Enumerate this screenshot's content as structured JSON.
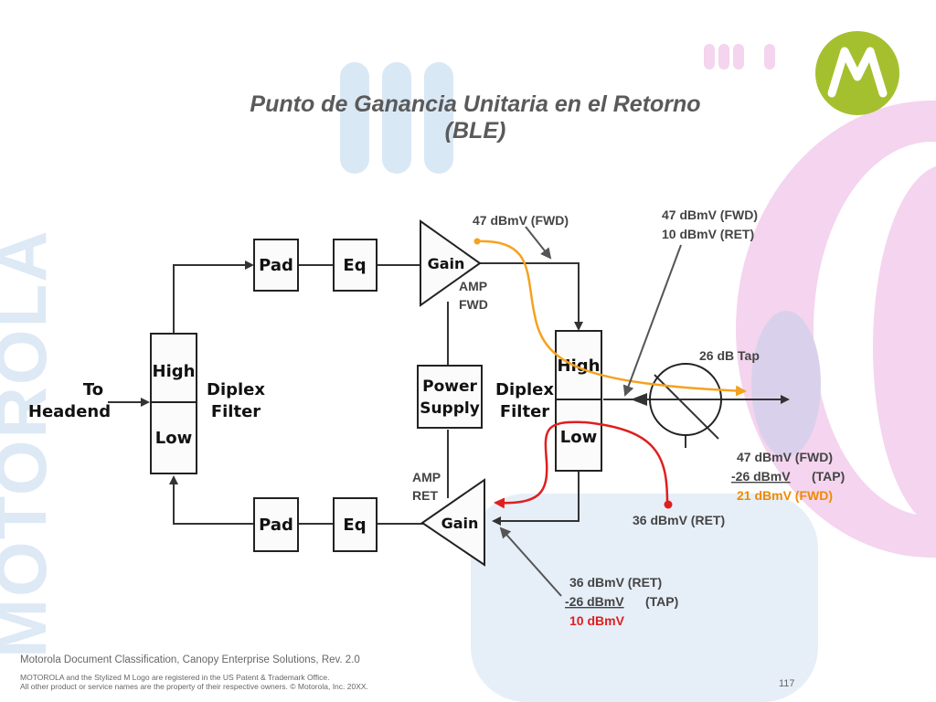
{
  "title": {
    "line1": "Punto de Ganancia Unitaria en el Retorno",
    "line2": "(BLE)"
  },
  "diagram": {
    "blocks": {
      "pad": "Pad",
      "eq": "Eq",
      "gain": "Gain",
      "high": "High",
      "low": "Low",
      "diplex_line1": "Diplex",
      "diplex_line2": "Filter",
      "power_line1": "Power",
      "power_line2": "Supply",
      "to_line1": "To",
      "to_line2": "Headend"
    },
    "labels": {
      "amp_fwd_line1": "AMP",
      "amp_fwd_line2": "FWD",
      "amp_ret_line1": "AMP",
      "amp_ret_line2": "RET",
      "fwd_out": "47 dBmV (FWD)",
      "tap_in_fwd": "47 dBmV (FWD)",
      "tap_in_ret": "10 dBmV (RET)",
      "tap": "26 dB Tap",
      "calc_fwd_1": "47 dBmV (FWD)",
      "calc_fwd_2_value": "-26 dBmV",
      "calc_fwd_2_note": "(TAP)",
      "calc_fwd_3": "21 dBmV (FWD)",
      "ret_at_tap": "36 dBmV (RET)",
      "calc_ret_1": "36 dBmV (RET)",
      "calc_ret_2_value": "-26 dBmV",
      "calc_ret_2_note": "(TAP)",
      "calc_ret_3": "10 dBmV"
    },
    "colors": {
      "forward_path": "#f5a21f",
      "return_path": "#e01e1e",
      "calc_forward_result": "#f08a00",
      "calc_return_result": "#e01e1e",
      "logo": "#a5c02e"
    }
  },
  "logo": {
    "icon": "motorola-m-logo-icon"
  },
  "footer": {
    "classification": "Motorola Document Classification, Canopy Enterprise Solutions, Rev. 2.0",
    "trademark": "MOTOROLA and the Stylized M Logo are registered in the US Patent & Trademark Office.",
    "copyright": "All other product or service names are the property of their respective owners. © Motorola, Inc. 20XX.",
    "page": "117"
  }
}
